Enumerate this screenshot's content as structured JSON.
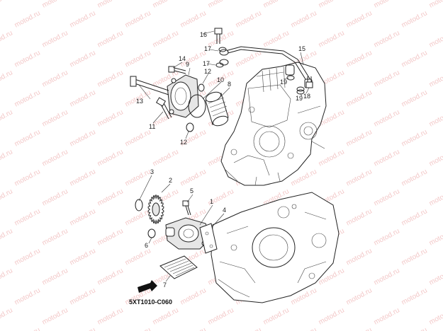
{
  "watermark_text": "motod.ru",
  "diagram_code": "5XT1010-C060",
  "colors": {
    "line": "#222222",
    "watermark": "#f3c8c8",
    "background": "#ffffff"
  },
  "labels": {
    "l1": "1",
    "l2": "2",
    "l3": "3",
    "l4": "4",
    "l5": "5",
    "l6": "6",
    "l7": "7",
    "l8": "8",
    "l9": "9",
    "l10": "10",
    "l11": "11",
    "l12a": "12",
    "l12b": "12",
    "l13": "13",
    "l14": "14",
    "l15": "15",
    "l16": "16",
    "l17a": "17",
    "l17b": "17",
    "l18": "18",
    "l19a": "19",
    "l19b": "19"
  }
}
